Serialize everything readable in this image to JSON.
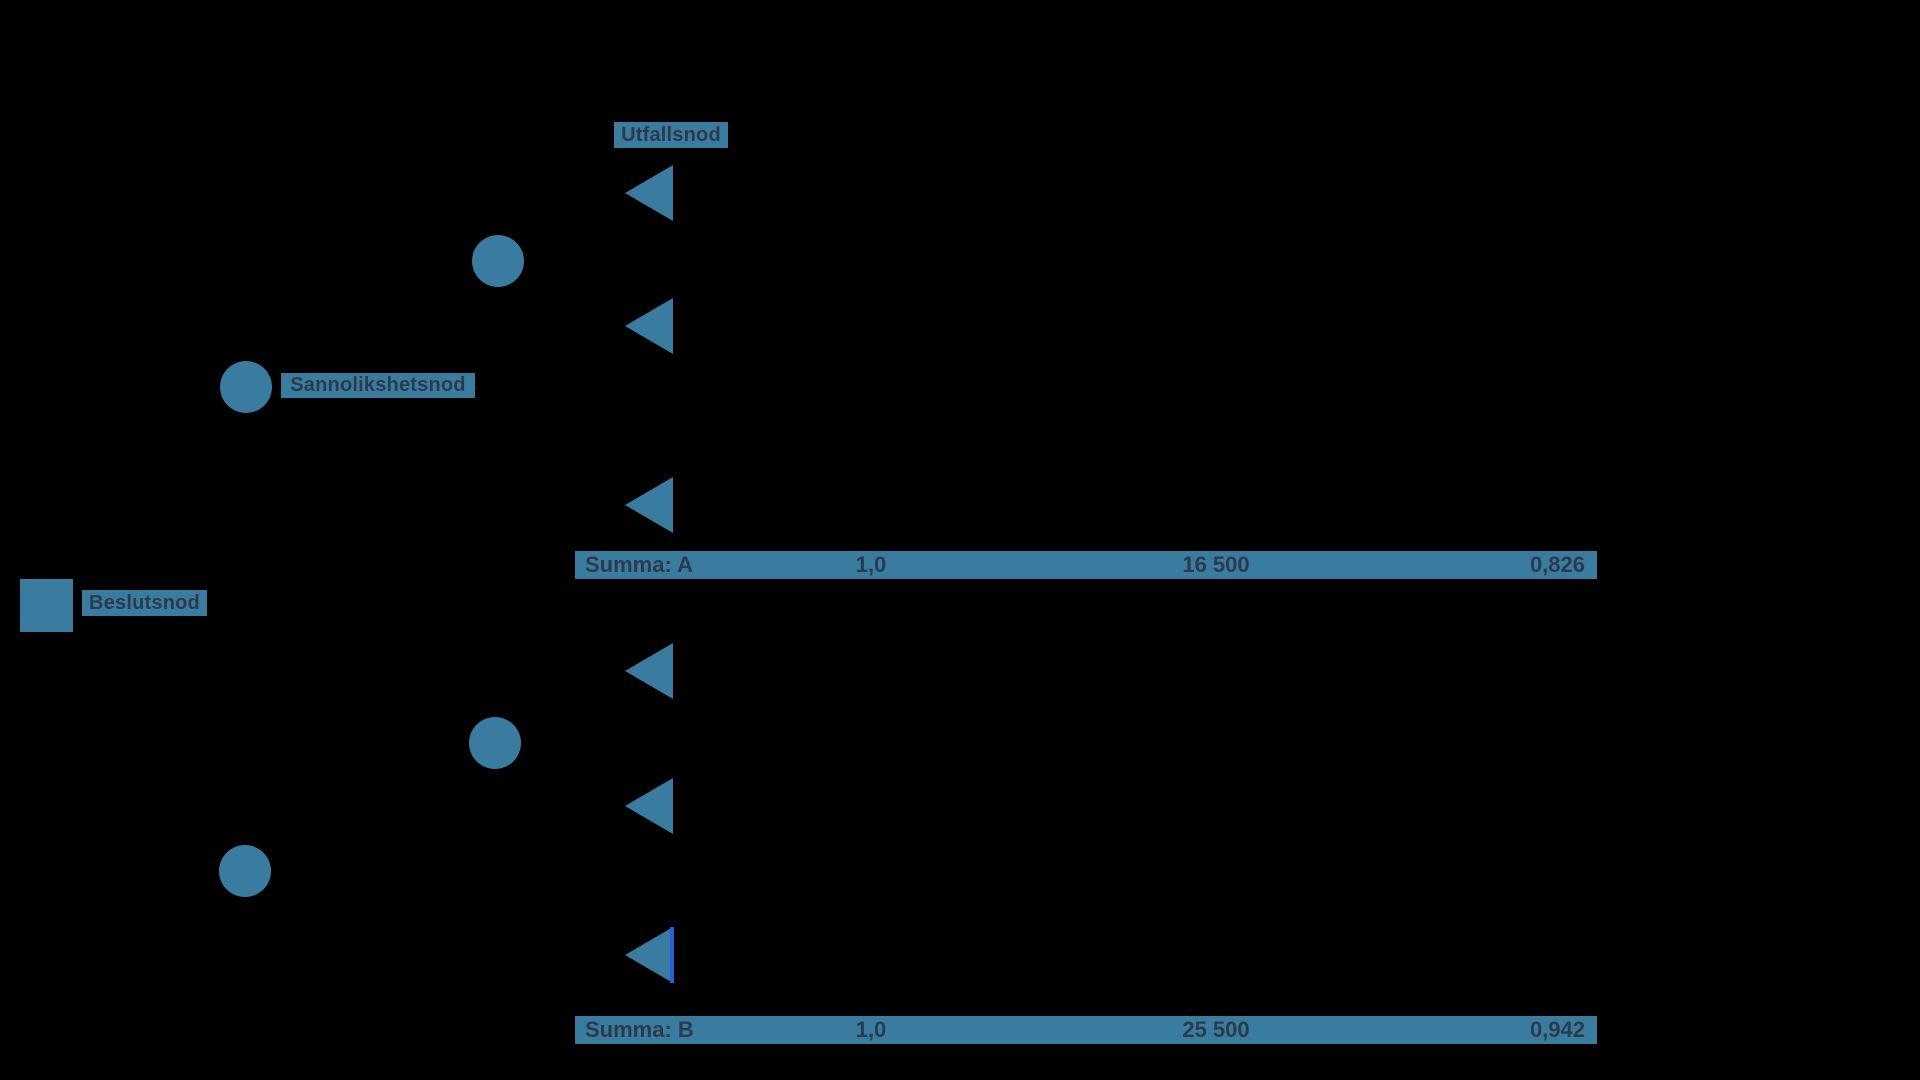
{
  "diagram": {
    "type": "decision-tree",
    "legend": {
      "outcome_label": "Utfallsnod",
      "probability_label": "Sannolikshetsnod",
      "decision_label": "Beslutsnod"
    },
    "nodes": {
      "decision": {
        "shape": "square",
        "label": "Beslutsnod"
      },
      "probability": {
        "shape": "circle",
        "label": "Sannolikshetsnod",
        "count": 4
      },
      "outcome": {
        "shape": "triangle-left",
        "label": "Utfallsnod",
        "count": 6
      }
    },
    "summary_rows": [
      {
        "label": "Summa: A",
        "probability": "1,0",
        "value": "16 500",
        "utility": "0,826"
      },
      {
        "label": "Summa: B",
        "probability": "1,0",
        "value": "25 500",
        "utility": "0,942"
      }
    ],
    "colors": {
      "background": "#000000",
      "accent": "#3A7C9F",
      "text_dark": "#2C3B4B",
      "highlight_line": "#2A5CDB"
    }
  }
}
